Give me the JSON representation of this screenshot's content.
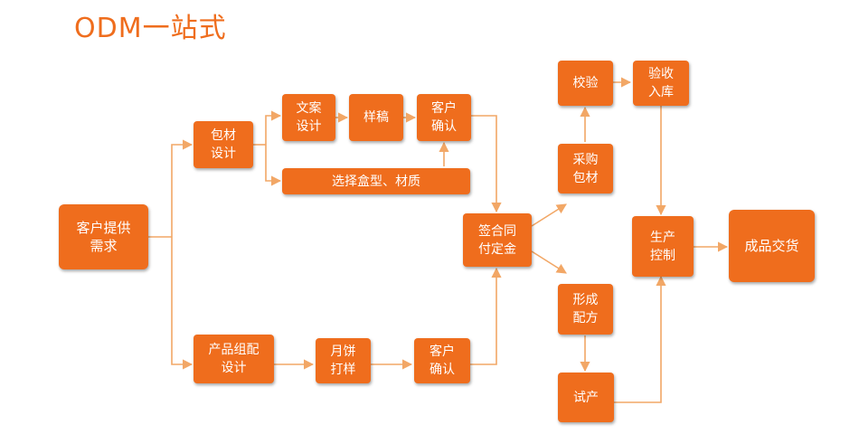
{
  "title": "ODM一站式",
  "colors": {
    "accent": "#ef6d1d",
    "connector": "#f2a766"
  },
  "nodes": {
    "customer_needs": "客户提供\n需求",
    "packaging_design": "包材\n设计",
    "copy_design": "文案\n设计",
    "draft_sample": "样稿",
    "customer_confirm_top": "客户\n确认",
    "select_box_material": "选择盒型、材质",
    "product_combo_design": "产品组配\n设计",
    "mooncake_sample": "月饼\n打样",
    "customer_confirm_bottom": "客户\n确认",
    "sign_contract": "签合同\n付定金",
    "inspection": "校验",
    "purchase_packaging": "采购\n包材",
    "acceptance_storage": "验收\n入库",
    "formulation": "形成\n配方",
    "trial_production": "试产",
    "production_control": "生产\n控制",
    "delivery": "成品交货"
  }
}
